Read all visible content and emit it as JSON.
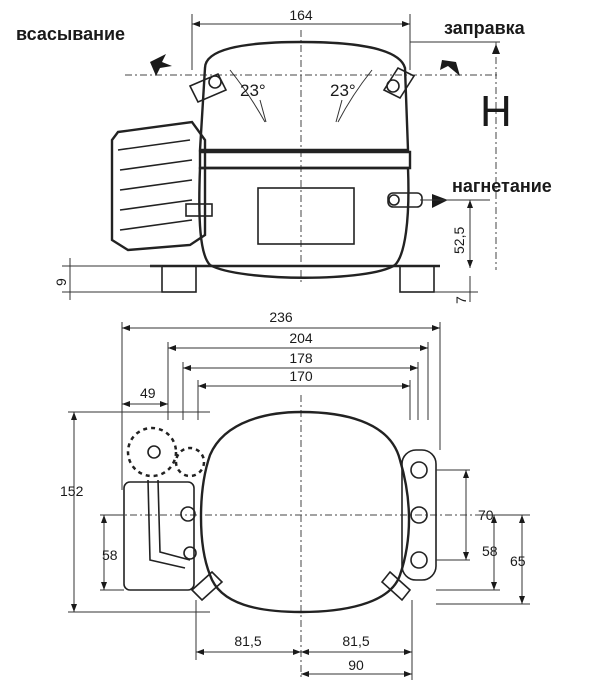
{
  "labels": {
    "suction": "всасывание",
    "refill": "заправка",
    "discharge": "нагнетание",
    "height": "H"
  },
  "angles": {
    "left": "23°",
    "right": "23°"
  },
  "side_view_dims": {
    "top_width": "164",
    "discharge_height": "52,5",
    "foot_height": "9",
    "foot_offset": "7"
  },
  "top_view_dims": {
    "overall_width": "236",
    "width_204": "204",
    "width_178": "178",
    "width_170": "170",
    "left_offset": "49",
    "depth": "152",
    "left_58": "58",
    "right_70": "70",
    "right_58": "58",
    "right_65": "65",
    "bottom_left": "81,5",
    "bottom_right": "81,5",
    "bottom_90": "90"
  }
}
